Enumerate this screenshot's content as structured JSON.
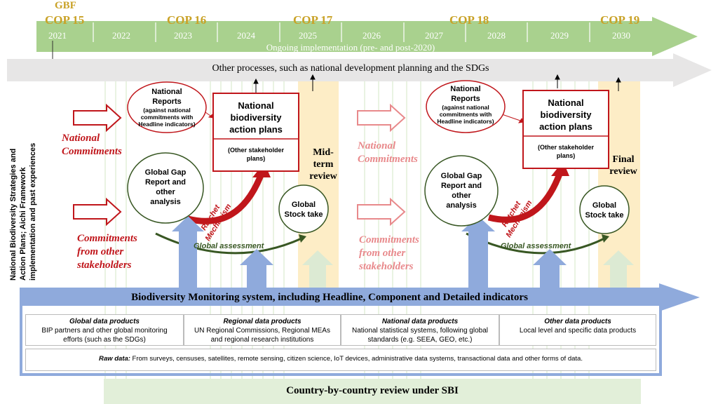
{
  "top": {
    "gbf": "GBF",
    "cops": [
      "COP 15",
      "COP 16",
      "COP 17",
      "COP 18",
      "COP 19"
    ],
    "years": [
      "2021",
      "2022",
      "2023",
      "2024",
      "2025",
      "2026",
      "2027",
      "2028",
      "2029",
      "2030"
    ],
    "ongoing": "Ongoing implementation (pre- and post-2020)",
    "other_processes": "Other processes, such as national development planning and the SDGs"
  },
  "left_label": {
    "line1": "National Biodiversity Strategies and",
    "line2": "Action Plans; Aichi Framework",
    "line3": "implementation and past experiences"
  },
  "cycle1": {
    "national_reports": {
      "title_line1": "National",
      "title_line2": "Reports",
      "sub_line1": "(against national",
      "sub_line2": "commitments with",
      "sub_line3": "Headline indicators)"
    },
    "nbsap": {
      "line1": "National",
      "line2": "biodiversity",
      "line3": "action plans",
      "other_line1": "(Other stakeholder",
      "other_line2": "plans)"
    },
    "national_commitments": {
      "line1": "National",
      "line2": "Commitments"
    },
    "stakeholder_commitments": {
      "line1": "Commitments",
      "line2": "from other",
      "line3": "stakeholders"
    },
    "gap_report": {
      "line1": "Global Gap",
      "line2": "Report and",
      "line3": "other",
      "line4": "analysis"
    },
    "ratchet": {
      "line1": "Ratchet",
      "line2": "Mechanism"
    },
    "review": {
      "line1": "Mid-",
      "line2": "term",
      "line3": "review"
    },
    "stocktake": {
      "line1": "Global",
      "line2": "Stock take"
    },
    "assessment": "Global assessment"
  },
  "cycle2": {
    "national_reports": {
      "title_line1": "National",
      "title_line2": "Reports",
      "sub_line1": "(against national",
      "sub_line2": "commitments with",
      "sub_line3": "Headline indicators)"
    },
    "nbsap": {
      "line1": "National",
      "line2": "biodiversity",
      "line3": "action plans",
      "other_line1": "(Other stakeholder",
      "other_line2": "plans)"
    },
    "national_commitments": {
      "line1": "National",
      "line2": "Commitments"
    },
    "stakeholder_commitments": {
      "line1": "Commitments",
      "line2": "from other",
      "line3": "stakeholders"
    },
    "gap_report": {
      "line1": "Global Gap",
      "line2": "Report and",
      "line3": "other",
      "line4": "analysis"
    },
    "ratchet": {
      "line1": "Ratchet",
      "line2": "Mechanism"
    },
    "review": {
      "line1": "Final",
      "line2": "review"
    },
    "stocktake": {
      "line1": "Global",
      "line2": "Stock take"
    },
    "assessment": "Global assessment"
  },
  "monitoring": {
    "title": "Biodiversity Monitoring system, including Headline, Component and Detailed indicators",
    "cells": [
      {
        "title": "Global data products",
        "line1": "BIP partners and other global monitoring",
        "line2": "efforts (such as the SDGs)"
      },
      {
        "title": "Regional data products",
        "line1": "UN Regional Commissions, Regional MEAs",
        "line2": "and regional research institutions"
      },
      {
        "title": "National data products",
        "line1": "National statistical systems, following global",
        "line2": "standards (e.g. SEEA, GEO, etc.)"
      },
      {
        "title": "Other data products",
        "line1": "Local level and specific data products",
        "line2": ""
      }
    ],
    "raw_label": "Raw data:",
    "raw_text": "From surveys, censuses, satellites, remote sensing, citizen science, IoT devices, administrative data systems, transactional data and other forms of data."
  },
  "bottom": "Country-by-country review under SBI",
  "colors": {
    "green": "#a9d18e",
    "blue": "#8faadc",
    "red": "#c0161b",
    "olive": "#385723",
    "gold": "#c9a227",
    "cream": "#fde9b8"
  }
}
